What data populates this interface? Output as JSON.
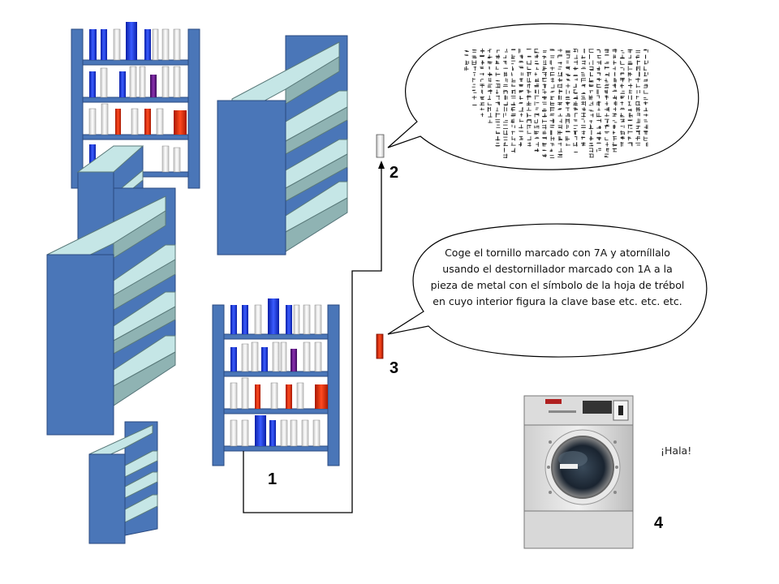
{
  "labels": {
    "one": "1",
    "two": "2",
    "three": "3",
    "four": "4"
  },
  "bubble3": {
    "text": "Coge el tornillo marcado con 7A y atorníllalo usando el destornillador marcado con 1A a la pieza de metal con el símbolo de la hoja de trébol en cuyo interior figura la clave base etc. etc. etc."
  },
  "washer": {
    "exclamation": "¡Hala!"
  },
  "colors": {
    "shelf_blue": "#4a76b8",
    "shelf_light": "#c5e6e6",
    "shelf_dark": "#8fb3b3",
    "book_blue": "#1836d8",
    "book_red": "#e03010",
    "book_purple": "#6a1a8a",
    "book_white": "#f4f4f4"
  }
}
